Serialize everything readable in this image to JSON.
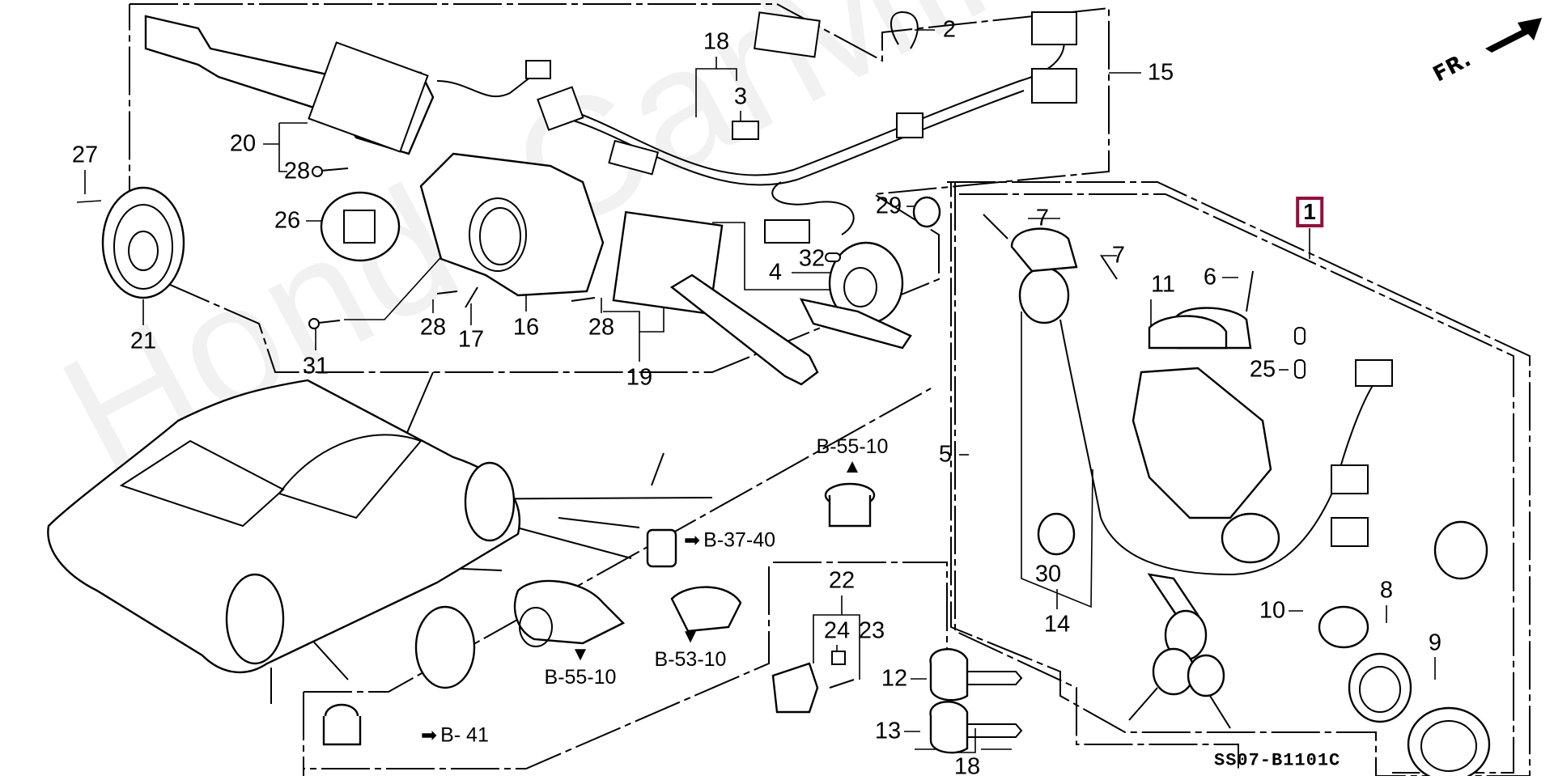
{
  "diagram": {
    "watermark": "HondaCarMine.ru",
    "direction_label": "FR.",
    "diagram_code": "SS07-B1101C",
    "highlighted_part": "1",
    "highlight_color": "#9b0a3c",
    "part_labels": {
      "p1": "1",
      "p2": "2",
      "p3": "3",
      "p4": "4",
      "p5": "5",
      "p6": "6",
      "p7a": "7",
      "p7b": "7",
      "p8": "8",
      "p9": "9",
      "p10": "10",
      "p11": "11",
      "p12": "12",
      "p13": "13",
      "p14": "14",
      "p15": "15",
      "p16": "16",
      "p17": "17",
      "p18a": "18",
      "p18b": "18",
      "p19": "19",
      "p20": "20",
      "p21": "21",
      "p22": "22",
      "p23": "23",
      "p24": "24",
      "p25": "25",
      "p26": "26",
      "p27": "27",
      "p28a": "28",
      "p28b": "28",
      "p28c": "28",
      "p29": "29",
      "p30": "30",
      "p31": "31",
      "p32": "32"
    },
    "section_refs": {
      "r1": "B-55-10",
      "r2": "B-37-40",
      "r3": "B-55-10",
      "r4": "B-53-10",
      "r5": "B- 41"
    }
  }
}
